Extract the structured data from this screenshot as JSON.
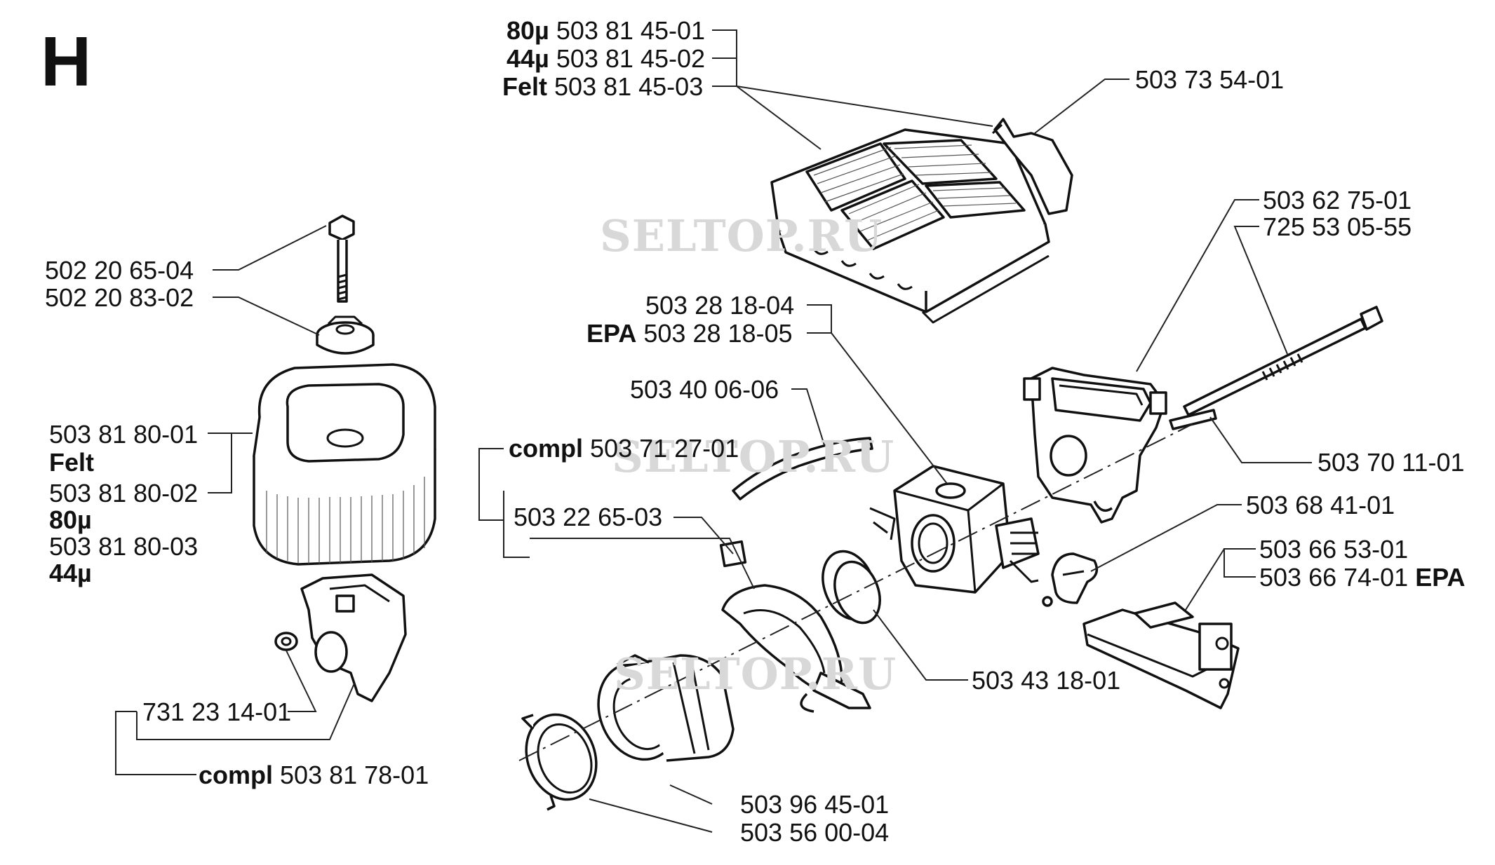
{
  "section_letter": "H",
  "watermark": "SELTOP.RU",
  "labels": {
    "air_filter_80": {
      "prefix": "80µ",
      "code": "503 81 45-01"
    },
    "air_filter_44": {
      "prefix": "44µ",
      "code": "503 81 45-02"
    },
    "air_filter_felt": {
      "prefix": "Felt",
      "code": "503 81 45-03"
    },
    "holder": {
      "code": "503 73 54-01"
    },
    "bolt": {
      "code": "502 20 65-04"
    },
    "nut_knob": {
      "code": "502 20 83-02"
    },
    "round_filter_1": {
      "code": "503 81 80-01"
    },
    "round_filter_felt_word": "Felt",
    "round_filter_2": {
      "code": "503 81 80-02"
    },
    "round_filter_80_word": "80µ",
    "round_filter_3": {
      "code": "503 81 80-03"
    },
    "round_filter_44_word": "44µ",
    "small_nut": {
      "code": "731 23 14-01"
    },
    "small_intake_compl": {
      "prefix": "compl",
      "code": "503 81 78-01"
    },
    "carburetor": {
      "code": "503 28 18-04"
    },
    "carburetor_epa": {
      "prefix": "EPA",
      "code": "503 28 18-05"
    },
    "fuel_hose": {
      "code": "503 40 06-06"
    },
    "intake_compl": {
      "prefix": "compl",
      "code": "503 71 27-01"
    },
    "intake_part": {
      "code": "503 22 65-03"
    },
    "carb_bolt": {
      "code": "503 62 75-01"
    },
    "carb_bolt_2": {
      "code": "725 53 05-55"
    },
    "pin": {
      "code": "503 70 11-01"
    },
    "choke": {
      "code": "503 68 41-01"
    },
    "throttle_1": {
      "code": "503 66 53-01"
    },
    "throttle_2": {
      "code": "503 66 74-01",
      "suffix": "EPA"
    },
    "seal_ring": {
      "code": "503 43 18-01"
    },
    "rubber_intake": {
      "code": "503 96 45-01"
    },
    "hose_clamp": {
      "code": "503 56 00-04"
    }
  }
}
